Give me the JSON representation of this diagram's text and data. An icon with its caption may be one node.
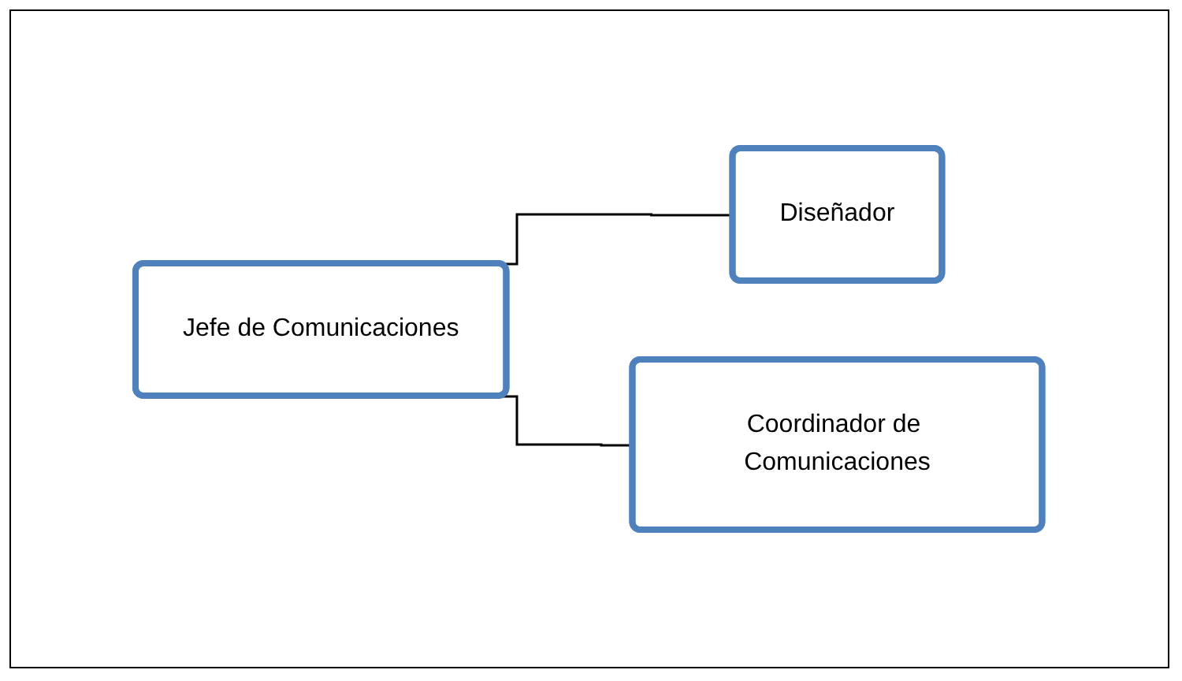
{
  "diagram": {
    "nodes": [
      {
        "text": [
          "Jefe de Comunicaciones"
        ]
      },
      {
        "text": [
          "Diseñador"
        ]
      },
      {
        "text": [
          "Coordinador de Comunicaciones"
        ]
      }
    ],
    "edges": [
      {
        "from": 0,
        "to": 1,
        "arrow": "none"
      },
      {
        "from": 0,
        "to": 2,
        "arrow": "none"
      }
    ]
  }
}
